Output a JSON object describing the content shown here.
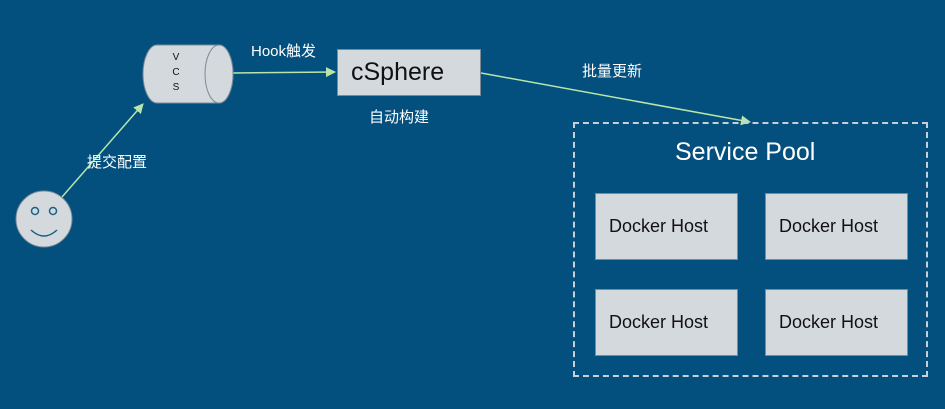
{
  "vcs": {
    "letters": [
      "V",
      "C",
      "S"
    ]
  },
  "csphere": {
    "label": "cSphere"
  },
  "labels": {
    "hook_trigger": "Hook触发",
    "auto_build": "自动构建",
    "batch_update": "批量更新",
    "submit_config": "提交配置"
  },
  "service_pool": {
    "title": "Service Pool",
    "hosts": [
      "Docker Host",
      "Docker Host",
      "Docker Host",
      "Docker Host"
    ]
  },
  "colors": {
    "background": "#034f7d",
    "box_fill": "#d4d9de",
    "arrow": "#b8e6a8",
    "text": "#ffffff"
  }
}
